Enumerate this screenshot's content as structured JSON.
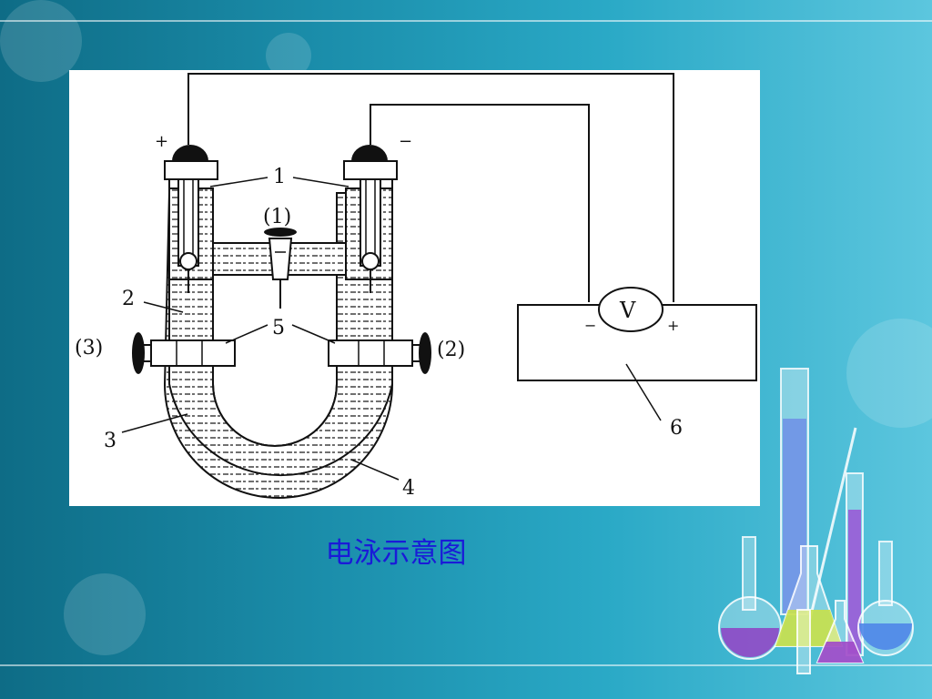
{
  "caption": "电泳示意图",
  "diagram": {
    "labels": {
      "plus_left": "+",
      "minus_right": "−",
      "label_1": "1",
      "label_1_paren": "(1)",
      "label_2": "2",
      "label_2_paren": "(2)",
      "label_3": "3",
      "label_3_paren": "(3)",
      "label_4": "4",
      "label_5": "5",
      "label_6": "6",
      "voltmeter": "V",
      "meter_minus": "−",
      "meter_plus": "+"
    }
  },
  "colors": {
    "caption": "#1a1ad8",
    "background_start": "#0e6c86",
    "background_end": "#5cc6de",
    "line": "#111111"
  }
}
